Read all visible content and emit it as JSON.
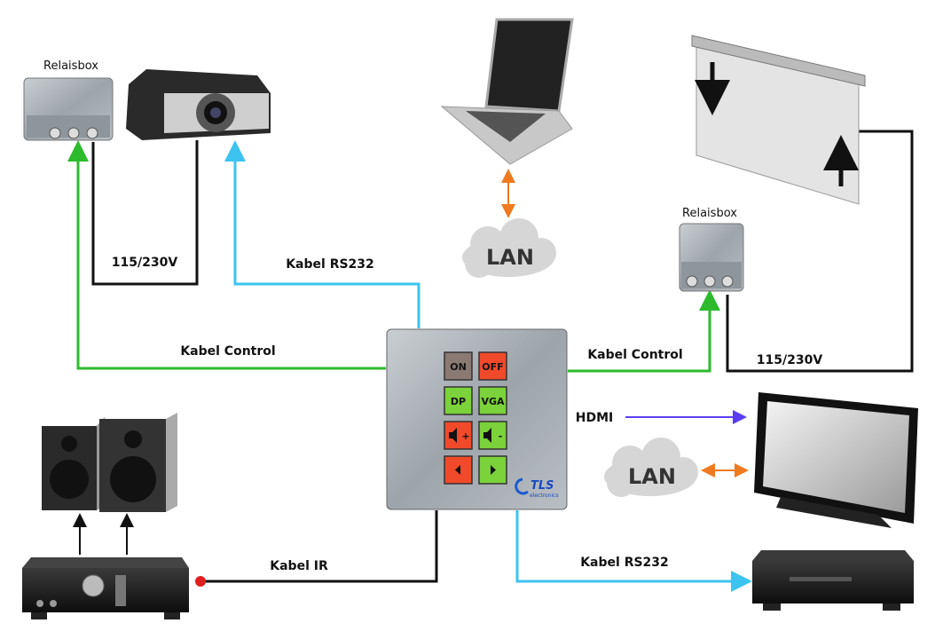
{
  "labels": {
    "relaisbox_left": "Relaisbox",
    "relaisbox_right": "Relaisbox",
    "power_left": "115/230V",
    "power_right": "115/230V",
    "rs232_top": "Kabel RS232",
    "control_left": "Kabel Control",
    "control_right": "Kabel Control",
    "hdmi": "HDMI",
    "lan_top": "LAN",
    "lan_right": "LAN",
    "ir": "Kabel IR",
    "rs232_bottom": "Kabel RS232"
  },
  "panel": {
    "buttons": [
      {
        "label": "ON",
        "color": "#8a7a72"
      },
      {
        "label": "OFF",
        "color": "#f04a2a"
      },
      {
        "label": "DP",
        "color": "#7bd23a"
      },
      {
        "label": "VGA",
        "color": "#7bd23a"
      },
      {
        "label": "+",
        "color": "#f04a2a",
        "icon": "volume-up-icon"
      },
      {
        "label": "-",
        "color": "#7bd23a",
        "icon": "volume-down-icon"
      },
      {
        "label": "",
        "color": "#f04a2a",
        "icon": "arrow-left-icon"
      },
      {
        "label": "",
        "color": "#7bd23a",
        "icon": "arrow-right-icon"
      }
    ],
    "logo": "TLS electronics"
  },
  "colors": {
    "control": "#2dbb2d",
    "rs232": "#3cc3f0",
    "power": "#111111",
    "hdmi": "#5a3df0",
    "lan": "#f07a20",
    "ir": "#111111"
  }
}
